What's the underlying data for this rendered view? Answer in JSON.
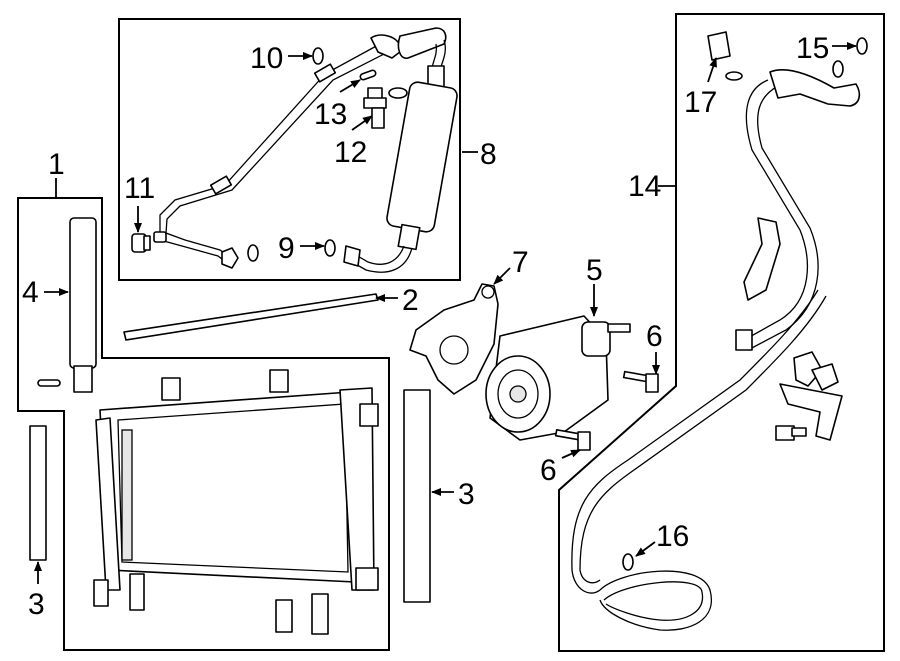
{
  "callouts": {
    "c1": "1",
    "c2": "2",
    "c3a": "3",
    "c3b": "3",
    "c4": "4",
    "c5": "5",
    "c6a": "6",
    "c6b": "6",
    "c7": "7",
    "c8": "8",
    "c9": "9",
    "c10": "10",
    "c11": "11",
    "c12": "12",
    "c13": "13",
    "c14": "14",
    "c15": "15",
    "c16": "16",
    "c17": "17"
  }
}
